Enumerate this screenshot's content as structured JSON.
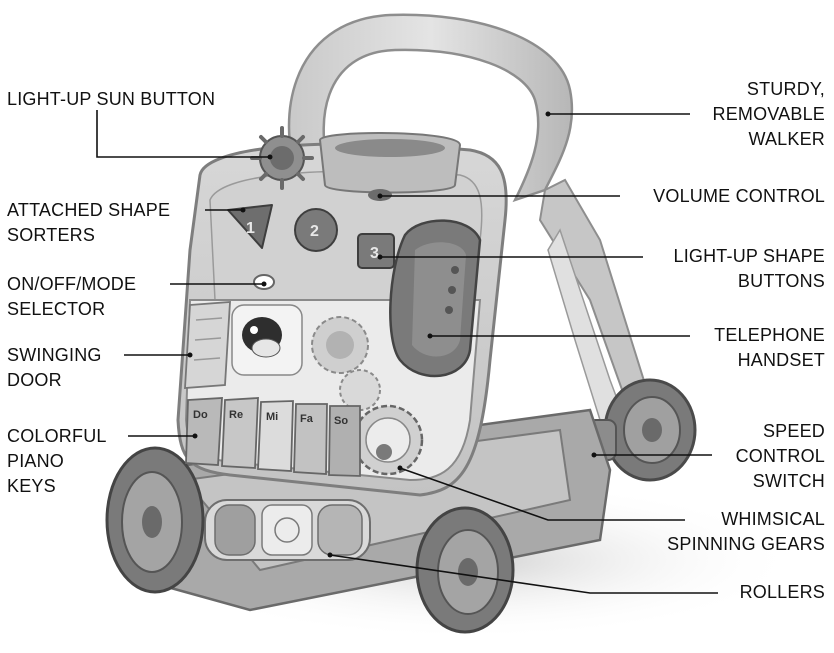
{
  "labels": {
    "sun_button": [
      "LIGHT-UP SUN BUTTON"
    ],
    "shape_sorters": [
      "ATTACHED SHAPE",
      "SORTERS"
    ],
    "mode_selector": [
      "ON/OFF/MODE",
      "SELECTOR"
    ],
    "swinging_door": [
      "SWINGING",
      "DOOR"
    ],
    "piano_keys": [
      "COLORFUL",
      "PIANO",
      "KEYS"
    ],
    "walker": [
      "STURDY,",
      "REMOVABLE",
      "WALKER"
    ],
    "volume": [
      "VOLUME CONTROL"
    ],
    "shape_buttons": [
      "LIGHT-UP SHAPE",
      "BUTTONS"
    ],
    "handset": [
      "TELEPHONE",
      "HANDSET"
    ],
    "speed_switch": [
      "SPEED",
      "CONTROL",
      "SWITCH"
    ],
    "gears": [
      "WHIMSICAL",
      "SPINNING GEARS"
    ],
    "rollers": [
      "ROLLERS"
    ]
  },
  "toy": {
    "shape_numbers": [
      "1",
      "2",
      "3"
    ],
    "piano_notes": [
      "Do",
      "Re",
      "Mi",
      "Fa",
      "So"
    ]
  },
  "colors": {
    "ink": "#111111",
    "toy_light": "#dcdcdc",
    "toy_mid": "#a8a8a8",
    "toy_dark": "#6e6e6e"
  }
}
